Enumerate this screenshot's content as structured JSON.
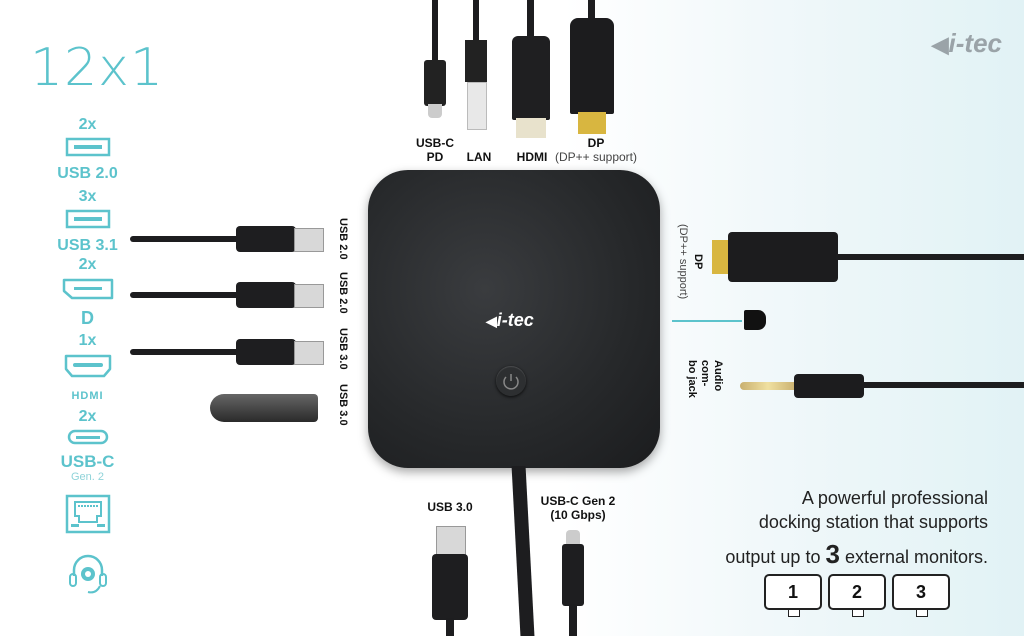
{
  "header": {
    "title": "12x1",
    "brand": "i-tec"
  },
  "features": [
    {
      "count": "2x",
      "icon": "usb-a-icon",
      "label": "USB 2.0",
      "sub": ""
    },
    {
      "count": "3x",
      "icon": "usb-a-icon",
      "label": "USB 3.1",
      "sub": ""
    },
    {
      "count": "2x",
      "icon": "displayport-icon",
      "label": "D",
      "sub": ""
    },
    {
      "count": "1x",
      "icon": "hdmi-icon",
      "label": "HDMI",
      "sub": ""
    },
    {
      "count": "2x",
      "icon": "usb-c-icon",
      "label": "USB-C",
      "sub": "Gen. 2"
    },
    {
      "count": "",
      "icon": "ethernet-icon",
      "label": "",
      "sub": ""
    },
    {
      "count": "",
      "icon": "headset-icon",
      "label": "",
      "sub": ""
    }
  ],
  "top_ports": [
    {
      "label": "USB-C",
      "label2": "PD"
    },
    {
      "label": "LAN",
      "label2": ""
    },
    {
      "label": "HDMI",
      "label2": ""
    },
    {
      "label": "DP",
      "label2": "(DP++ support)"
    }
  ],
  "left_ports": [
    "USB 2.0",
    "USB 2.0",
    "USB 3.0",
    "USB 3.0"
  ],
  "right_ports": {
    "dp": "DP",
    "dp_sub": "(DP++ support)",
    "audio": "Audio com-",
    "audio2": "bo jack"
  },
  "bottom_ports": [
    {
      "label": "USB 3.0",
      "label2": ""
    },
    {
      "label": "USB-C Gen 2",
      "label2": "(10 Gbps)"
    }
  ],
  "dock": {
    "logo": "i-tec"
  },
  "tagline": {
    "line1": "A powerful professional",
    "line2": "docking station that supports",
    "line3_pre": "output up to ",
    "line3_num": "3",
    "line3_post": " external monitors."
  },
  "monitors": [
    "1",
    "2",
    "3"
  ],
  "colors": {
    "accent": "#5cc3cc",
    "dock": "#26282a"
  }
}
